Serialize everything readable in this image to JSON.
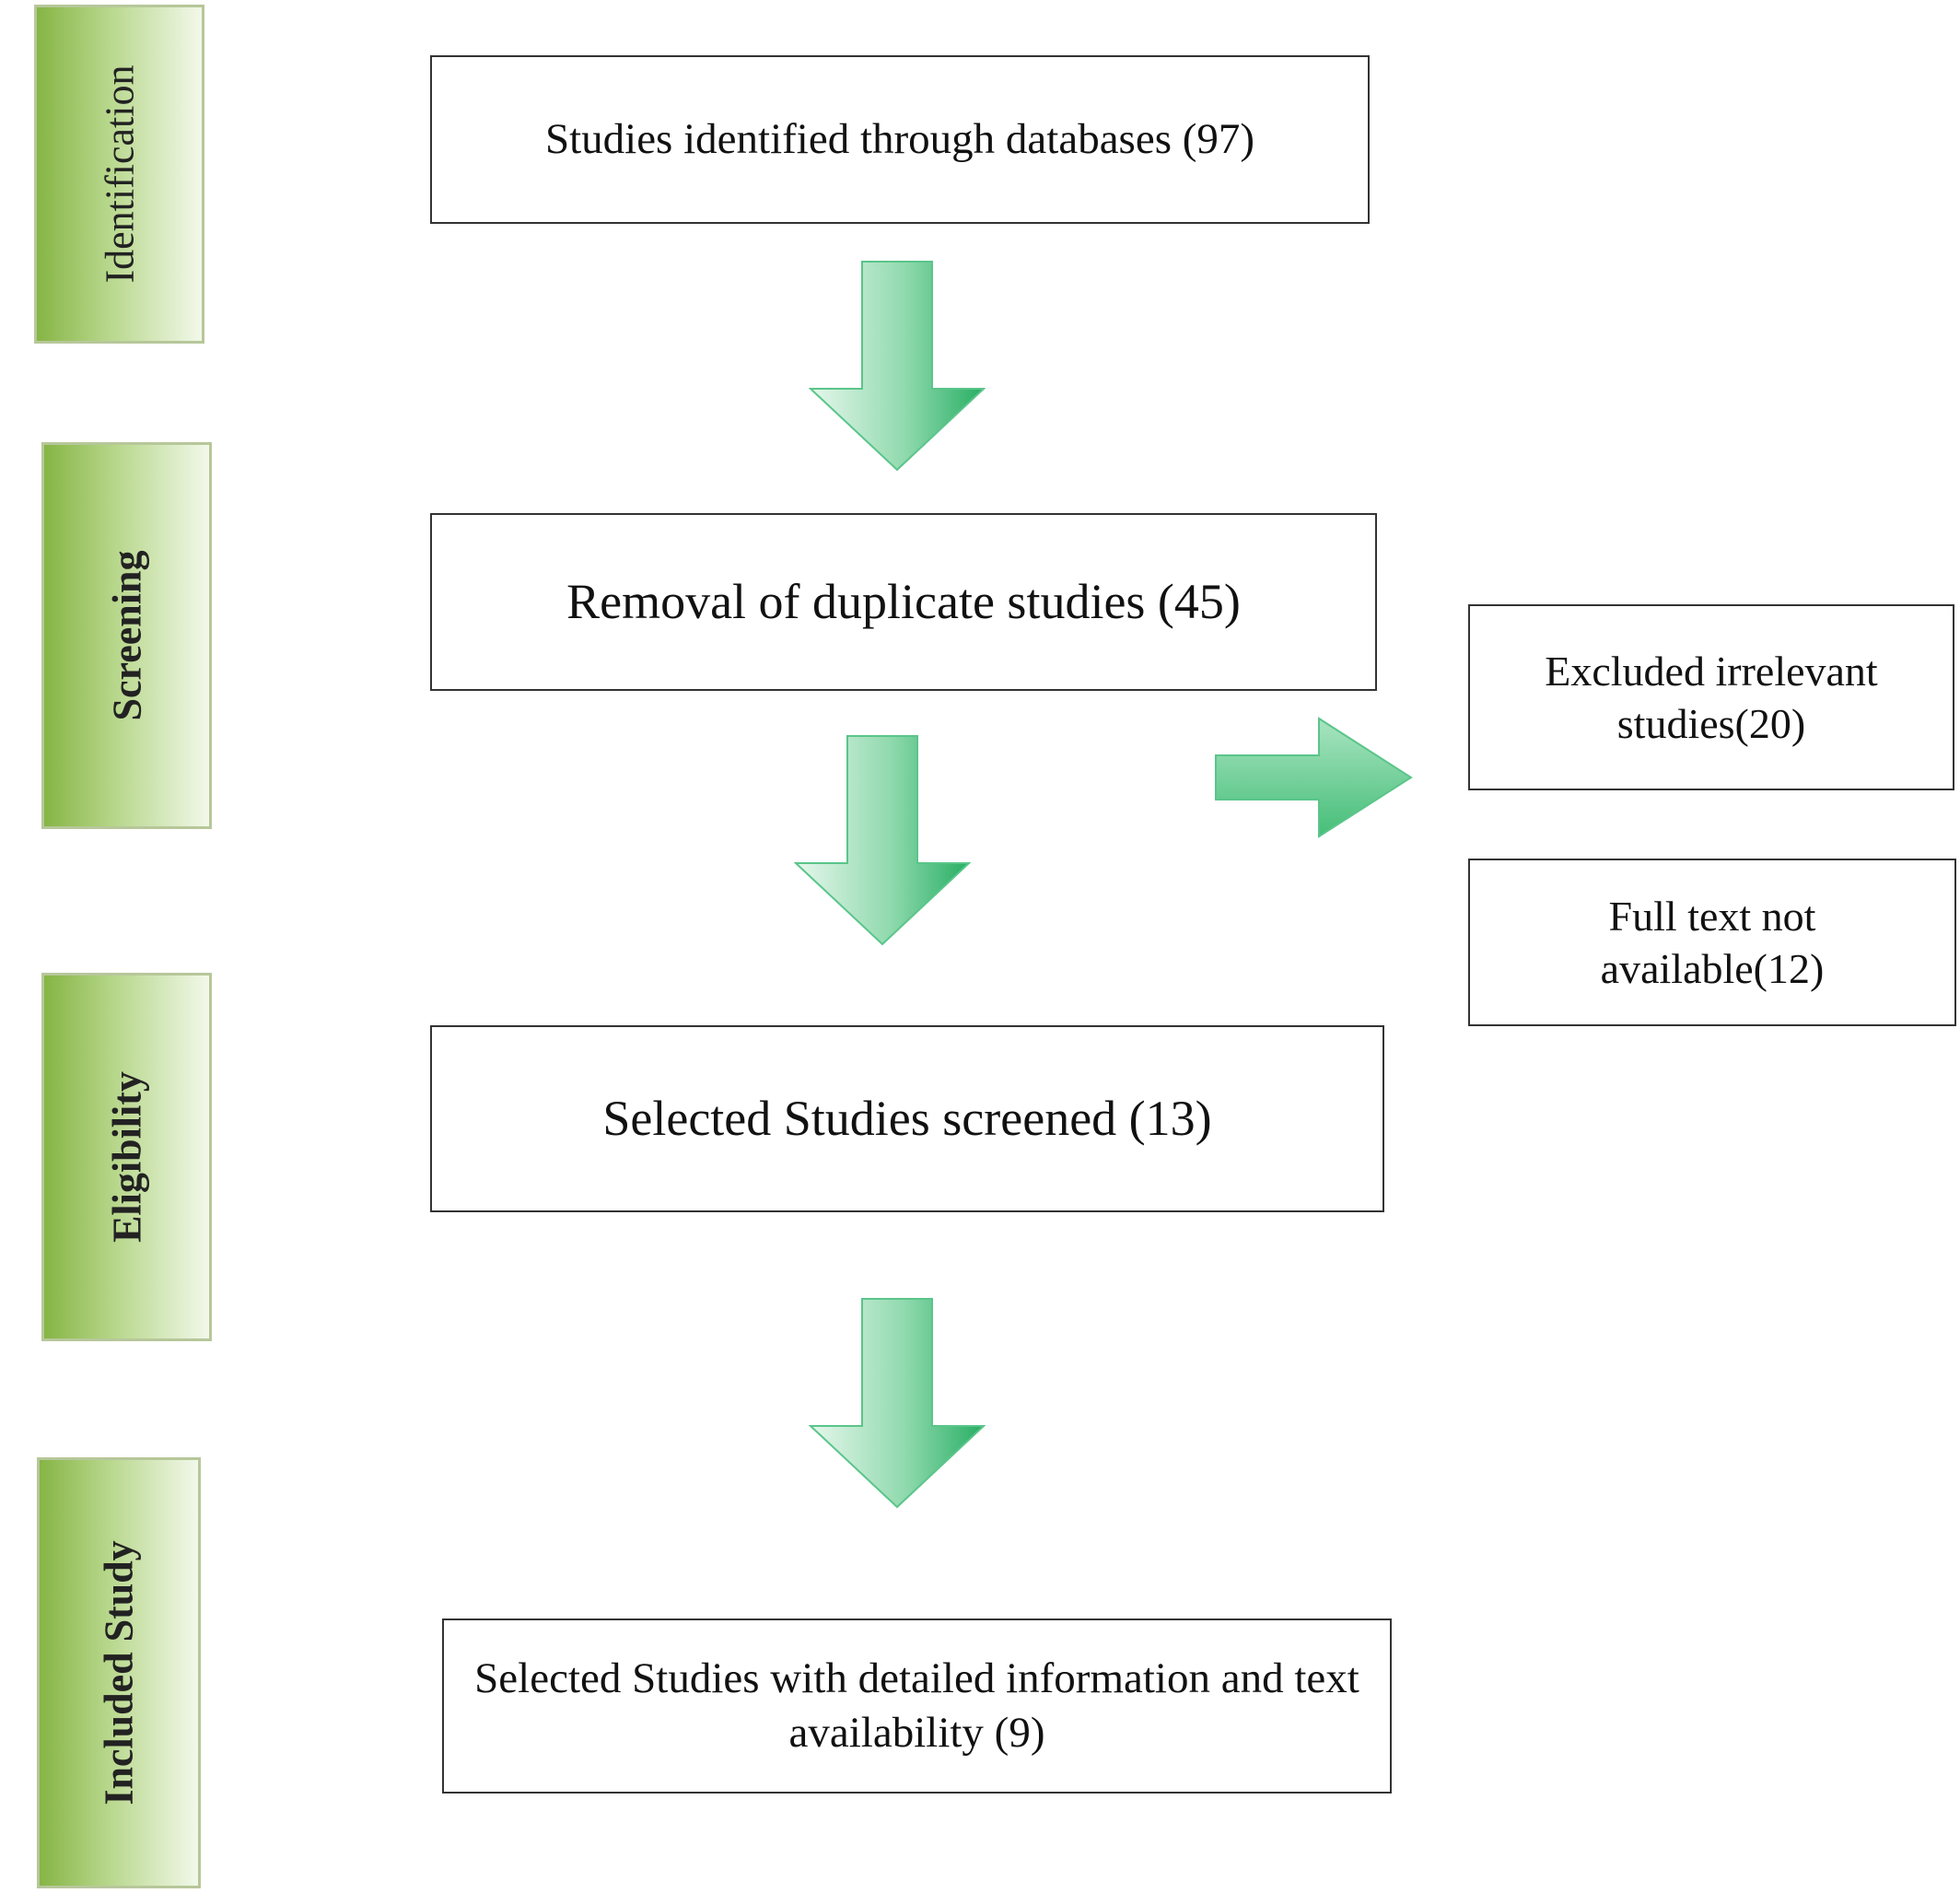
{
  "stages": [
    {
      "id": "identification",
      "label": "Identification"
    },
    {
      "id": "screening",
      "label": "Screening"
    },
    {
      "id": "eligibility",
      "label": "Eligibility"
    },
    {
      "id": "included",
      "label": "Included Study"
    }
  ],
  "boxes": {
    "identified": "Studies identified through databases (97)",
    "duplicates": "Removal of duplicate studies (45)",
    "screened": "Selected Studies screened (13)",
    "included": "Selected Studies with detailed information and text availability  (9)",
    "excluded_irrelevant": "Excluded irrelevant studies(20)",
    "full_text_na": "Full text not available(12)"
  },
  "colors": {
    "stage_fill": "#9cc55e",
    "arrow_dark": "#2db36a",
    "arrow_light": "#c4ecd4",
    "box_border": "#333333"
  }
}
